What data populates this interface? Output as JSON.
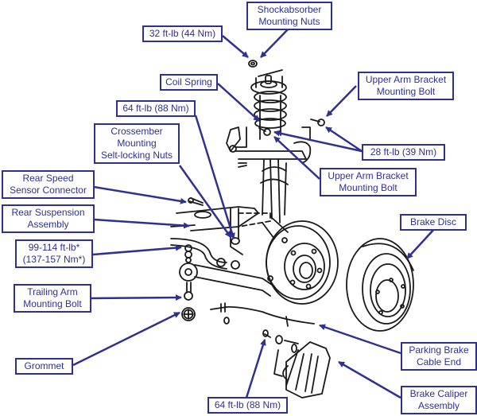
{
  "title": "Rear Suspension Assembly Exploded Diagram",
  "accent_color": "#2e3192",
  "line_color": "#1a1a1a",
  "labels": {
    "shock_nuts": [
      "Shockabsorber",
      "Mounting Nuts"
    ],
    "torque_32": [
      "32 ft-lb (44 Nm)"
    ],
    "coil_spring": [
      "Coil Spring"
    ],
    "upper_bolt_right": [
      "Upper Arm Bracket",
      "Mounting Bolt"
    ],
    "torque_64_top": [
      "64 ft-lb (88 Nm)"
    ],
    "crossmember_nuts": [
      "Crossember",
      "Mounting",
      "Selt-locking Nuts"
    ],
    "torque_28": [
      "28 ft-lb (39 Nm)"
    ],
    "upper_bolt_lower": [
      "Upper Arm Bracket",
      "Mounting Bolt"
    ],
    "speed_sensor": [
      "Rear Speed",
      "Sensor Connector"
    ],
    "rear_suspension": [
      "Rear Suspension",
      "Assembly"
    ],
    "brake_disc": [
      "Brake Disc"
    ],
    "torque_99": [
      "99-114 ft-lb*",
      "(137-157 Nm*)"
    ],
    "trailing_arm": [
      "Trailing Arm",
      "Mounting Bolt"
    ],
    "grommet": [
      "Grommet"
    ],
    "parking_cable": [
      "Parking Brake",
      "Cable End"
    ],
    "torque_64_bottom": [
      "64 ft-lb (88 Nm)"
    ],
    "brake_caliper": [
      "Brake Caliper",
      "Assembly"
    ]
  }
}
